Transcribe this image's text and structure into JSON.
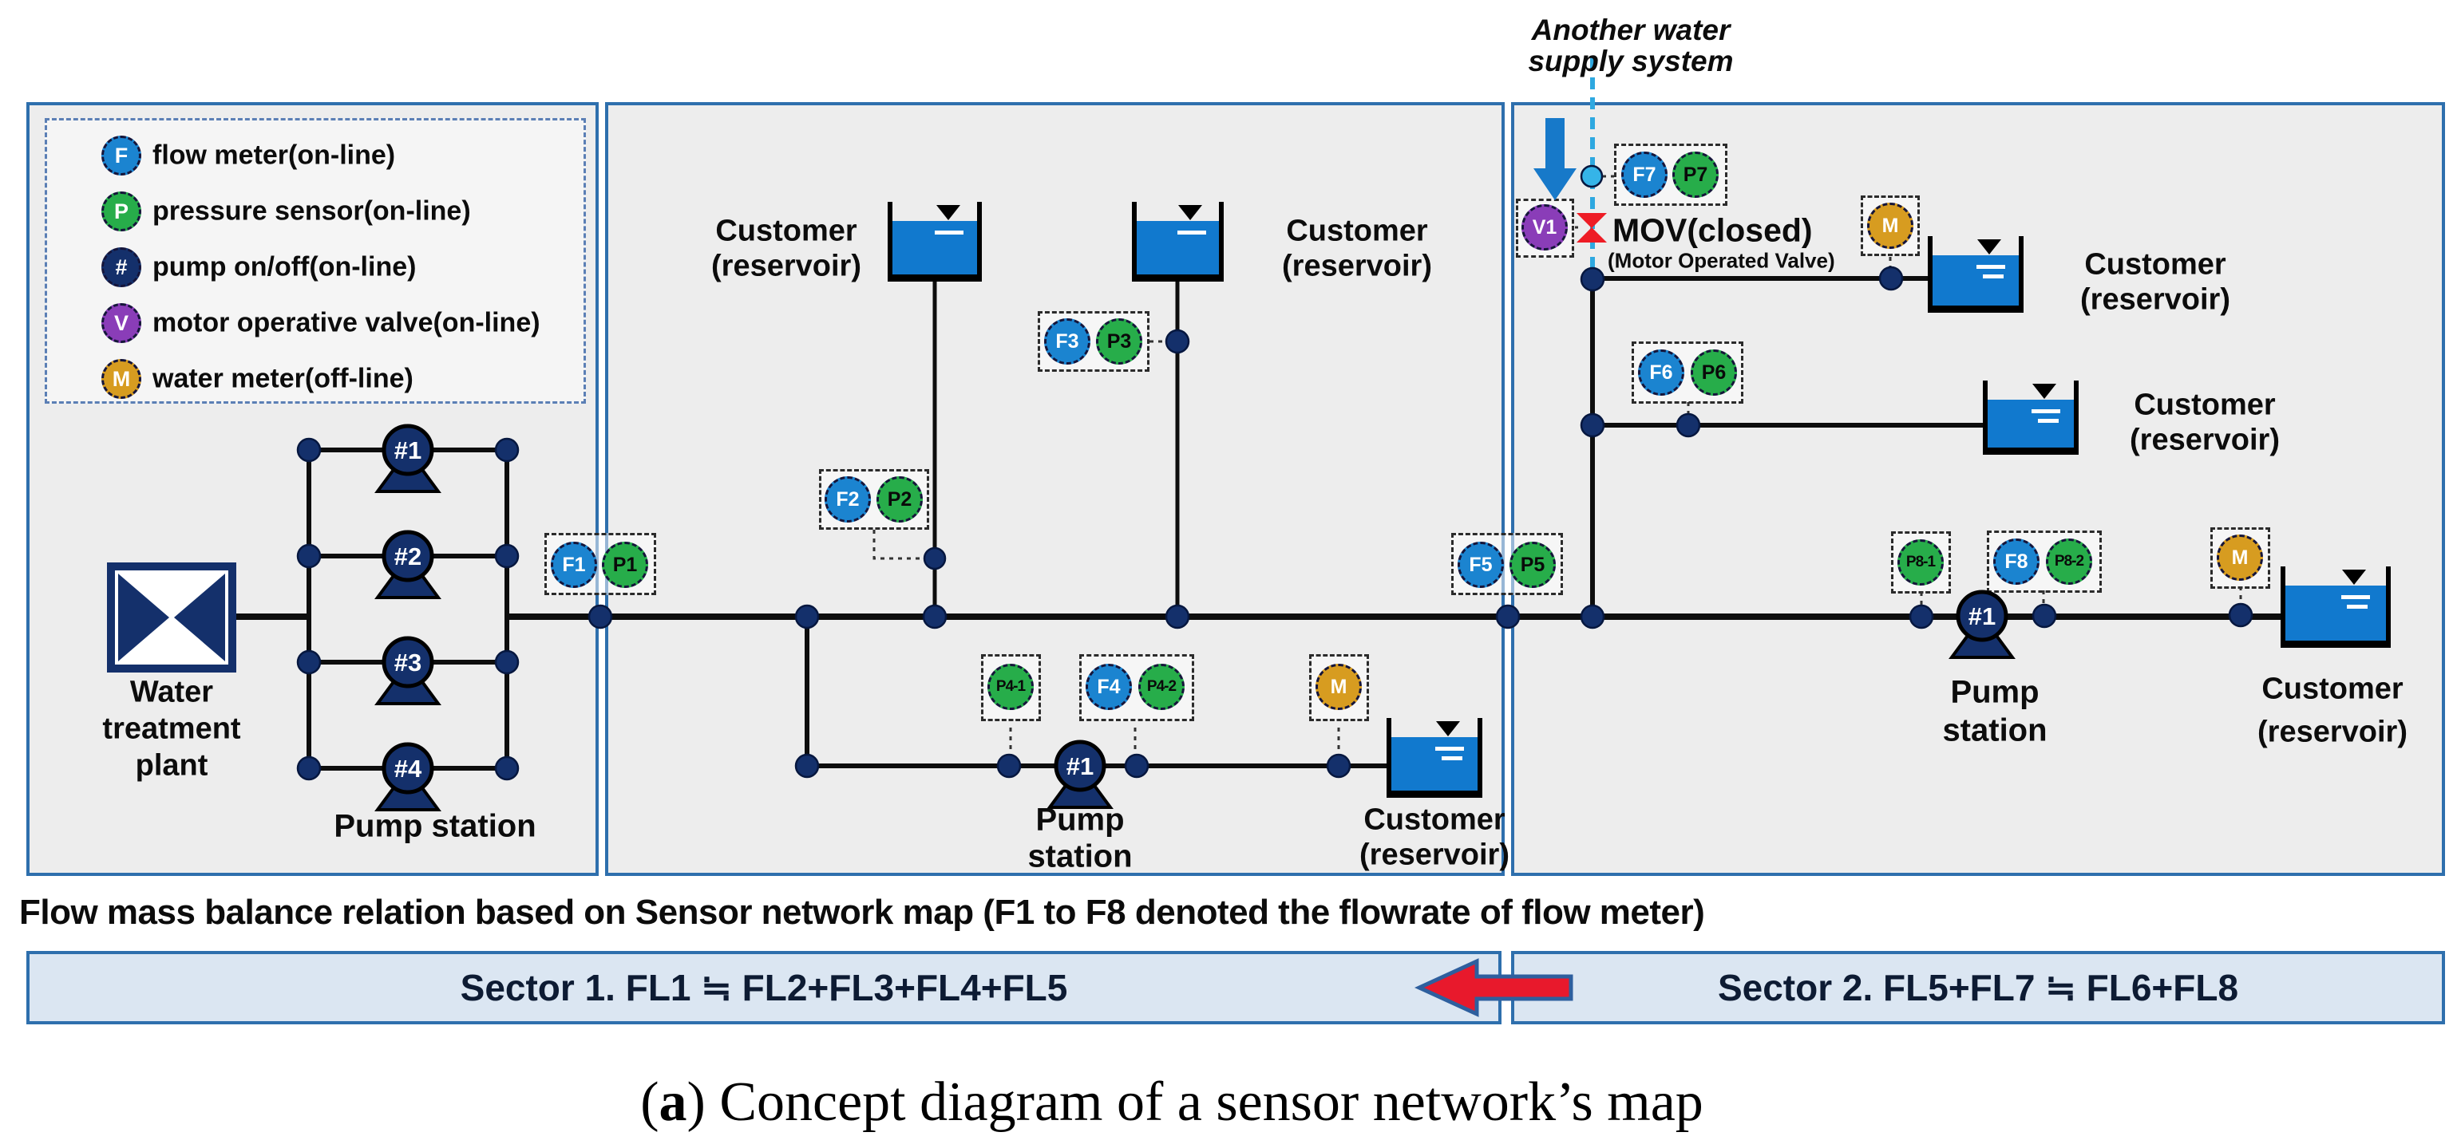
{
  "note": "Flow mass balance relation based on Sensor network map (F1 to F8 denoted the flowrate of flow meter)",
  "caption": {
    "prefix": "(",
    "marker": "a",
    "suffix": ") Concept diagram of a sensor network’s map"
  },
  "legend": {
    "items": [
      {
        "symbol": "F",
        "label": "flow meter(on-line)"
      },
      {
        "symbol": "P",
        "label": "pressure sensor(on-line)"
      },
      {
        "symbol": "#",
        "label": "pump on/off(on-line)"
      },
      {
        "symbol": "V",
        "label": "motor operative valve(on-line)"
      },
      {
        "symbol": "M",
        "label": "water meter(off-line)"
      }
    ]
  },
  "labels": {
    "water_plant_l1": "Water",
    "water_plant_l2": "treatment",
    "water_plant_l3": "plant",
    "pump_station_single": "Pump station",
    "pump": "Pump",
    "station": "station",
    "customer": "Customer",
    "reservoir": "(reservoir)",
    "another_water_l1": "Another water",
    "another_water_l2": "supply system",
    "mov_title": "MOV(closed)",
    "mov_subtitle": "(Motor Operated Valve)"
  },
  "sensor_labels": {
    "F1": "F1",
    "P1": "P1",
    "F2": "F2",
    "P2": "P2",
    "F3": "F3",
    "P3": "P3",
    "P4-1": "P4-1",
    "F4": "F4",
    "P4-2": "P4-2",
    "F5": "F5",
    "P5": "P5",
    "F6": "F6",
    "P6": "P6",
    "F7": "F7",
    "P7": "P7",
    "F8": "F8",
    "P8-1": "P8-1",
    "P8-2": "P8-2",
    "V1": "V1",
    "M": "M"
  },
  "pump_labels": {
    "s1p1": "#1",
    "s1p2": "#2",
    "s1p3": "#3",
    "s1p4": "#4",
    "mid": "#1",
    "right": "#1"
  },
  "sectors": [
    {
      "label": "Sector 1. FL1 ≒ FL2+FL3+FL4+FL5"
    },
    {
      "label": "Sector 2. FL5+FL7 ≒ FL6+FL8"
    }
  ],
  "colors": {
    "flow_blue": "#1b84d0",
    "pressure_green": "#27ad4a",
    "pump_navy": "#14306b",
    "valve_purple": "#8a3db8",
    "meter_gold": "#d79c20",
    "pipe_black": "#0d0d0d",
    "panel_border_blue": "#2e6fad",
    "panel_fill_gray": "#ededed",
    "sector_bar_fill": "#dbe6f2",
    "arrow_red": "#e8192c",
    "supply_dashed_blue": "#2ea8e0",
    "water_blue": "#1179ce"
  }
}
